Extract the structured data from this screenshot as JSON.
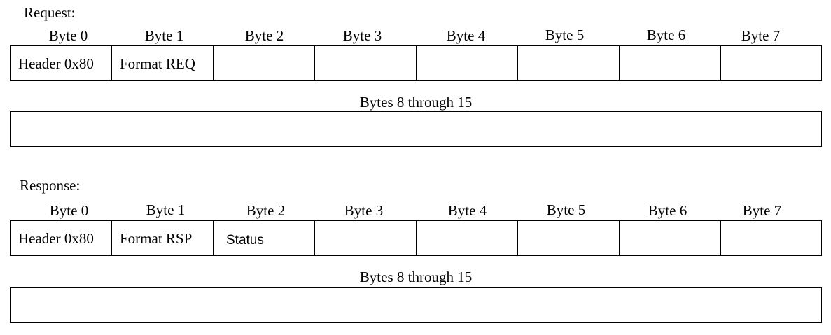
{
  "request": {
    "label": "Request:",
    "byte_headers": [
      "Byte 0",
      "Byte 1",
      "Byte 2",
      "Byte 3",
      "Byte 4",
      "Byte 5",
      "Byte 6",
      "Byte 7"
    ],
    "cells": [
      "Header 0x80",
      "Format REQ",
      "",
      "",
      "",
      "",
      "",
      ""
    ],
    "extended_label": "Bytes 8 through 15"
  },
  "response": {
    "label": "Response:",
    "byte_headers": [
      "Byte 0",
      "Byte 1",
      "Byte 2",
      "Byte 3",
      "Byte 4",
      "Byte 5",
      "Byte 6",
      "Byte 7"
    ],
    "cells": [
      "Header 0x80",
      "Format RSP",
      "Status",
      "",
      "",
      "",
      "",
      ""
    ],
    "extended_label": "Bytes 8 through 15"
  }
}
